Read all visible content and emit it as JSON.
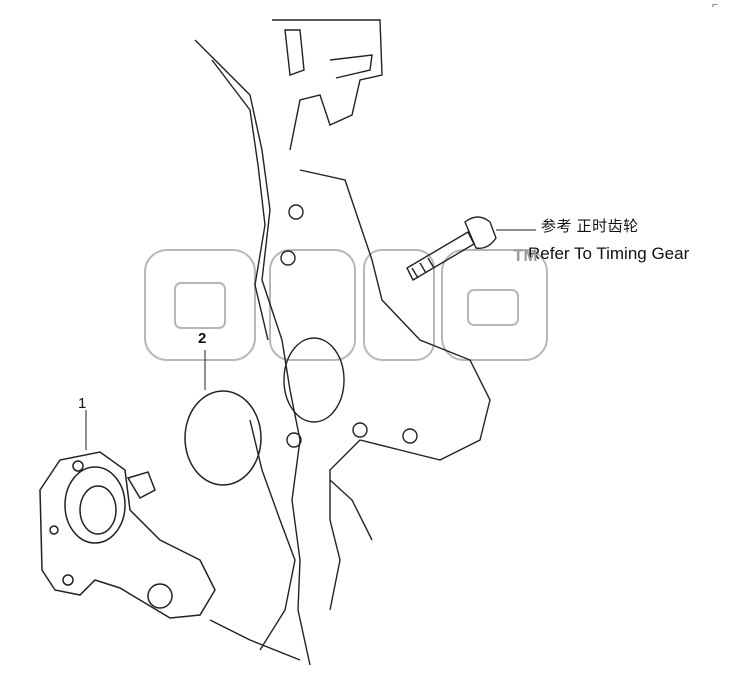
{
  "callouts": {
    "part_1": "1",
    "part_2": "2"
  },
  "reference": {
    "chinese": "参考   正时齿轮",
    "english": "Refer To Timing Gear"
  },
  "watermark": {
    "text": "TM"
  },
  "corner_mark": "⌐"
}
